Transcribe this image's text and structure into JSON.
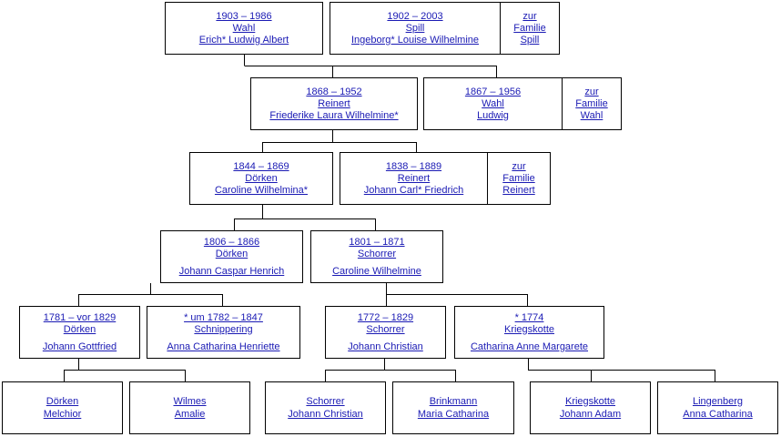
{
  "family_link_line1": "zur",
  "family_link_line2": "Familie",
  "people": {
    "erich": {
      "dates": "1903 – 1986",
      "surname": "Wahl",
      "given": "Erich* Ludwig Albert"
    },
    "ingeborg": {
      "dates": "1902 – 2003",
      "surname": "Spill",
      "given": "Ingeborg* Louise Wilhelmine",
      "family": "Spill"
    },
    "friederike": {
      "dates": "1868 – 1952",
      "surname": "Reinert",
      "given": "Friederike Laura Wilhelmine*"
    },
    "ludwig": {
      "dates": "1867 – 1956",
      "surname": "Wahl",
      "given": "Ludwig",
      "family": "Wahl"
    },
    "caroline_dorken": {
      "dates": "1844 – 1869",
      "surname": "Dörken",
      "given": "Caroline Wilhelmina*"
    },
    "johann_carl": {
      "dates": "1838 – 1889",
      "surname": "Reinert",
      "given": "Johann Carl* Friedrich",
      "family": "Reinert"
    },
    "johann_caspar": {
      "dates": "1806 – 1866",
      "surname": "Dörken",
      "given": "Johann Caspar Henrich"
    },
    "caroline_schorrer": {
      "dates": "1801 – 1871",
      "surname": "Schorrer",
      "given": "Caroline Wilhelmine"
    },
    "johann_gottfried": {
      "dates": "1781 – vor 1829",
      "surname": "Dörken",
      "given": "Johann Gottfried"
    },
    "anna_catharina_h": {
      "dates": "* um 1782 – 1847",
      "surname": "Schnippering",
      "given": "Anna Catharina Henriette"
    },
    "johann_christian": {
      "dates": "1772 – 1829",
      "surname": "Schorrer",
      "given": "Johann Christian"
    },
    "catharina_anne": {
      "dates": "* 1774",
      "surname": "Kriegskotte",
      "given": "Catharina Anne Margarete"
    },
    "melchior": {
      "surname": "Dörken",
      "given": "Melchior"
    },
    "amalie": {
      "surname": "Wilmes",
      "given": "Amalie"
    },
    "johann_christian_sr": {
      "surname": "Schorrer",
      "given": "Johann Christian"
    },
    "maria_catharina": {
      "surname": "Brinkmann",
      "given": "Maria Catharina"
    },
    "johann_adam": {
      "surname": "Kriegskotte",
      "given": "Johann Adam"
    },
    "anna_catharina_l": {
      "surname": "Lingenberg",
      "given": "Anna Catharina"
    }
  }
}
